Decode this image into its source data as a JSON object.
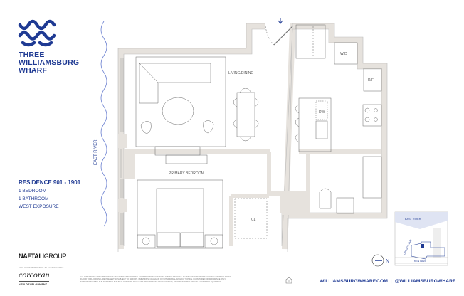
{
  "brand": {
    "logo_lines": [
      "THREE",
      "WILLIAMSBURG",
      "WHARF"
    ]
  },
  "residence": {
    "title": "RESIDENCE 901 - 1901",
    "specs": [
      "1 BEDROOM",
      "1 BATHROOM",
      "WEST EXPOSURE"
    ]
  },
  "plan": {
    "river_label": "EAST RIVER",
    "rooms": {
      "living": "LIVING/DINING",
      "bedroom": "PRIMARY BEDROOM",
      "closet": "CL",
      "wd": "W/D",
      "rf": "R/F",
      "dw": "DW"
    },
    "compass": "N"
  },
  "keyplan": {
    "river": "EAST RIVER",
    "street1": "DIVISION AVE",
    "street2": "KENT AVE"
  },
  "developer": {
    "bold": "NAFTALI",
    "light": "GROUP"
  },
  "agent": {
    "label": "EXCLUSIVE MARKETING & LEASING AGENT",
    "name": "corcoran",
    "sub": "NEW DEVELOPMENT"
  },
  "disclaimer": "ALL DIMENSIONS ARE APPROXIMATE AND SUBJECT TO NORMAL CONSTRUCTION VARIANCES AND TOLERANCES. PLANS AND DIMENSIONS CONTAIN VARIATION FROM FLOOR TO FLOOR AND ARE PRESENTED SUBJECT TO ERRORS, OMISSIONS, CHANGES, OR WITHDRAWAL WITHOUT NOTICE. FURNITURE FOR REFERENCE ONLY. NOTWITHSTANDING THE DRAWINGS IN THIS FLOOR PLAN WHICH ARE PROVIDED ONLY FOR CONTEXT, APARTMENTS MAY VARY IN LAYOUT AND EQUIPMENT.",
  "footer": {
    "website": "WILLIAMSBURGWHARF.COM",
    "separator": "|",
    "handle": "@WILLIAMSBURGWHARF"
  },
  "colors": {
    "brand_blue": "#1f3a93",
    "wall": "#e6e2dd"
  }
}
